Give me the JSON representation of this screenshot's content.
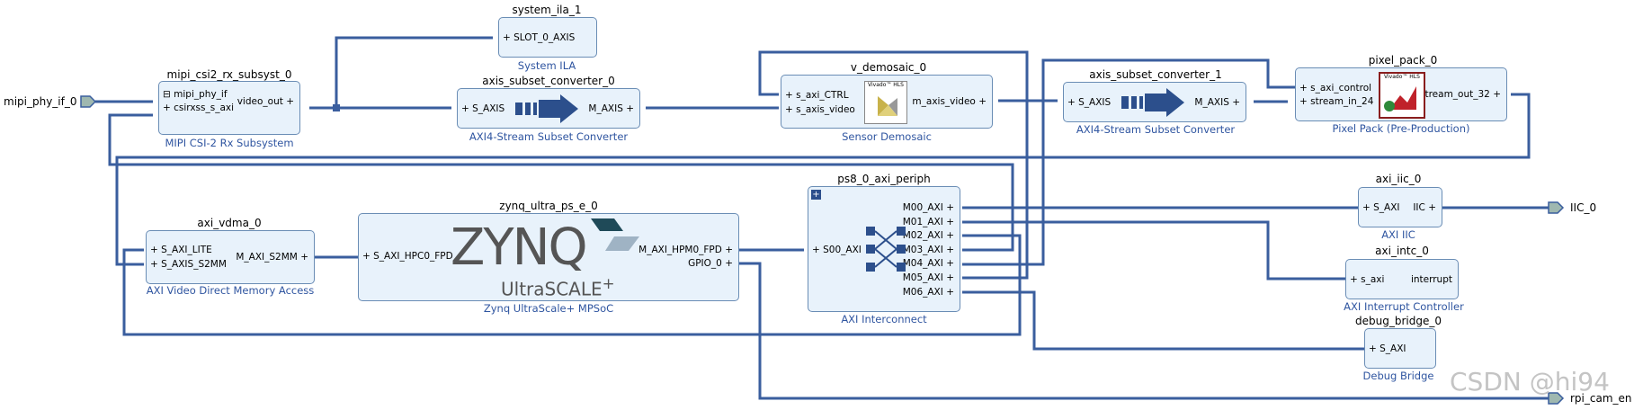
{
  "external_ports": {
    "mipi": "mipi_phy_if_0",
    "iic": "IIC_0",
    "rpi": "rpi_cam_en"
  },
  "blocks": {
    "mipi": {
      "instance": "mipi_csi2_rx_subsyst_0",
      "subtitle": "MIPI CSI-2 Rx Subsystem",
      "ports": {
        "in1": "mipi_phy_if",
        "in2": "csirxss_s_axi",
        "out1": "video_out"
      }
    },
    "ila": {
      "instance": "system_ila_1",
      "subtitle": "System ILA",
      "ports": {
        "in1": "SLOT_0_AXIS"
      }
    },
    "asc0": {
      "instance": "axis_subset_converter_0",
      "subtitle": "AXI4-Stream Subset Converter",
      "ports": {
        "in1": "S_AXIS",
        "out1": "M_AXIS"
      }
    },
    "demosaic": {
      "instance": "v_demosaic_0",
      "subtitle": "Sensor Demosaic",
      "logo": "Vivado™ HLS",
      "ports": {
        "in1": "s_axi_CTRL",
        "in2": "s_axis_video",
        "out1": "m_axis_video"
      }
    },
    "asc1": {
      "instance": "axis_subset_converter_1",
      "subtitle": "AXI4-Stream Subset Converter",
      "ports": {
        "in1": "S_AXIS",
        "out1": "M_AXIS"
      }
    },
    "pixpack": {
      "instance": "pixel_pack_0",
      "subtitle": "Pixel Pack (Pre-Production)",
      "logo": "Vivado™ HLS",
      "ports": {
        "in1": "s_axi_control",
        "in2": "stream_in_24",
        "out1": "stream_out_32"
      }
    },
    "vdma": {
      "instance": "axi_vdma_0",
      "subtitle": "AXI Video Direct Memory Access",
      "ports": {
        "in1": "S_AXI_LITE",
        "in2": "S_AXIS_S2MM",
        "out1": "M_AXI_S2MM"
      }
    },
    "zynq": {
      "instance": "zynq_ultra_ps_e_0",
      "subtitle": "Zynq UltraScale+ MPSoC",
      "logo_main": "ZYNQ",
      "logo_sub": "UltraSCALE",
      "ports": {
        "in1": "S_AXI_HPC0_FPD",
        "out1": "M_AXI_HPM0_FPD",
        "out2": "GPIO_0"
      }
    },
    "periph": {
      "instance": "ps8_0_axi_periph",
      "subtitle": "AXI Interconnect",
      "ports": {
        "in1": "S00_AXI",
        "out1": "M00_AXI",
        "out2": "M01_AXI",
        "out3": "M02_AXI",
        "out4": "M03_AXI",
        "out5": "M04_AXI",
        "out6": "M05_AXI",
        "out7": "M06_AXI"
      }
    },
    "iic": {
      "instance": "axi_iic_0",
      "subtitle": "AXI IIC",
      "ports": {
        "in1": "S_AXI",
        "out1": "IIC"
      }
    },
    "intc": {
      "instance": "axi_intc_0",
      "subtitle": "AXI Interrupt Controller",
      "ports": {
        "in1": "s_axi",
        "out1": "interrupt"
      }
    },
    "debug": {
      "instance": "debug_bridge_0",
      "subtitle": "Debug Bridge",
      "ports": {
        "in1": "S_AXI"
      }
    }
  },
  "watermark": "CSDN @hi94",
  "colors": {
    "wire": "#3a5e9e",
    "block_fill": "#e8f2fb",
    "block_border": "#6a8db5",
    "subtitle": "#2f55a0"
  }
}
